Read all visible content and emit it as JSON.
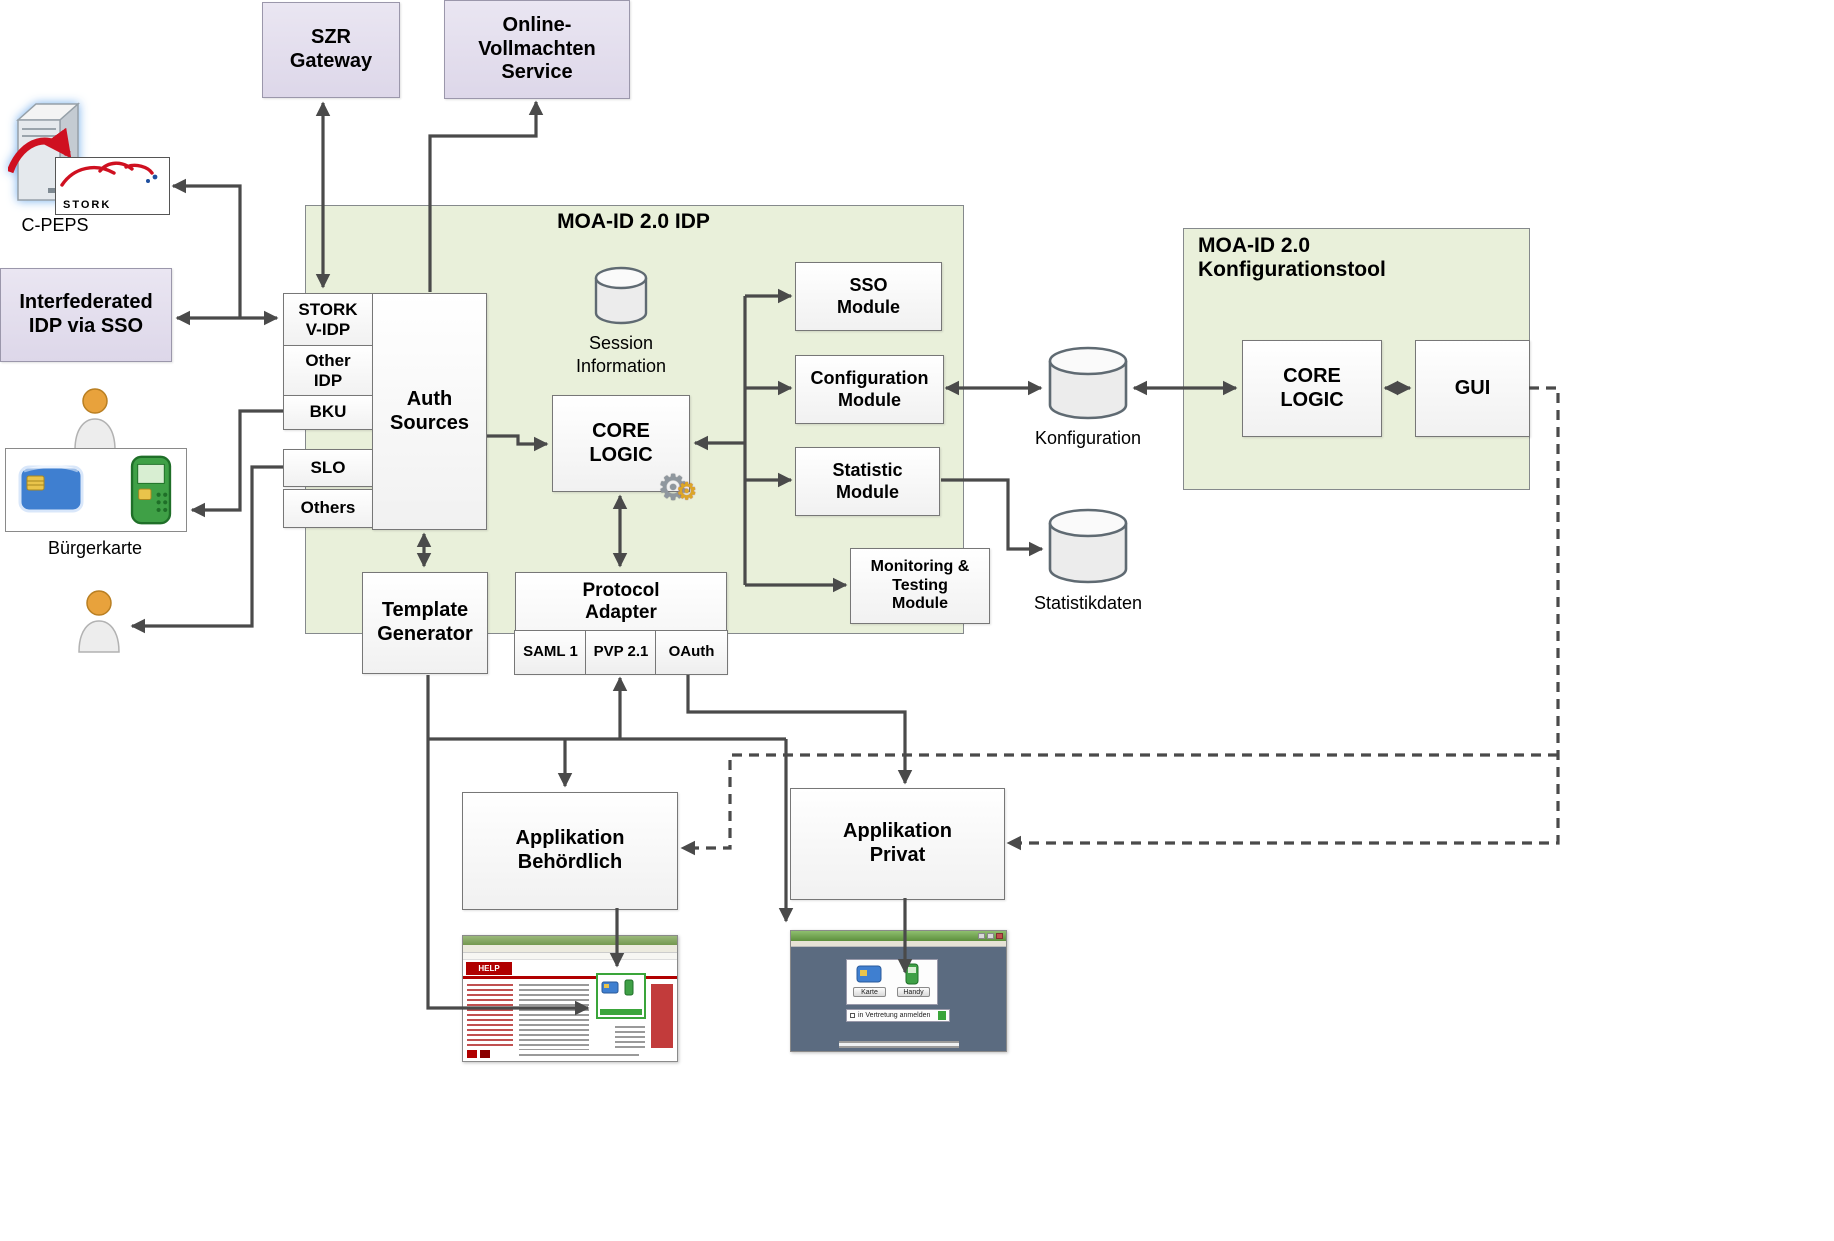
{
  "groups": {
    "idp": {
      "title": "MOA-ID 2.0 IDP"
    },
    "konfigtool": {
      "title": "MOA-ID 2.0\nKonfigurationstool"
    }
  },
  "nodes": {
    "szr_gateway": "SZR\nGateway",
    "online_vollmachten": "Online-\nVollmachten\nService",
    "interfederated_idp": "Interfederated\nIDP via SSO",
    "stork_vidp": "STORK\nV-IDP",
    "other_idp": "Other\nIDP",
    "bku": "BKU",
    "slo": "SLO",
    "others": "Others",
    "auth_sources": "Auth\nSources",
    "core_logic": "CORE\nLOGIC",
    "sso_module": "SSO\nModule",
    "configuration_module": "Configuration\nModule",
    "statistic_module": "Statistic\nModule",
    "monitoring_module": "Monitoring &\nTesting\nModule",
    "template_generator": "Template\nGenerator",
    "protocol_adapter": "Protocol\nAdapter",
    "saml1": "SAML 1",
    "pvp21": "PVP 2.1",
    "oauth": "OAuth",
    "tool_core_logic": "CORE\nLOGIC",
    "gui": "GUI",
    "app_behoerdlich": "Applikation\nBehördlich",
    "app_privat": "Applikation\nPrivat"
  },
  "labels": {
    "cpeps": "C-PEPS",
    "stork_badge": "STORK",
    "buergerkarte": "Bürgerkarte",
    "session_information": "Session\nInformation",
    "konfiguration": "Konfiguration",
    "statistikdaten": "Statistikdaten"
  },
  "screenshots": {
    "help_portal": {
      "masthead": "HELP"
    },
    "login_window": {
      "karte": "Karte",
      "handy": "Handy",
      "checkbox": "in Vertretung anmelden"
    }
  },
  "colors": {
    "group_fill": "#e9f0da",
    "lavender_fill": "#e2ddec",
    "arrow": "#4a4a4a",
    "accent_red": "#c00000",
    "card_blue": "#3f7fd0",
    "phone_green": "#3fa046"
  }
}
